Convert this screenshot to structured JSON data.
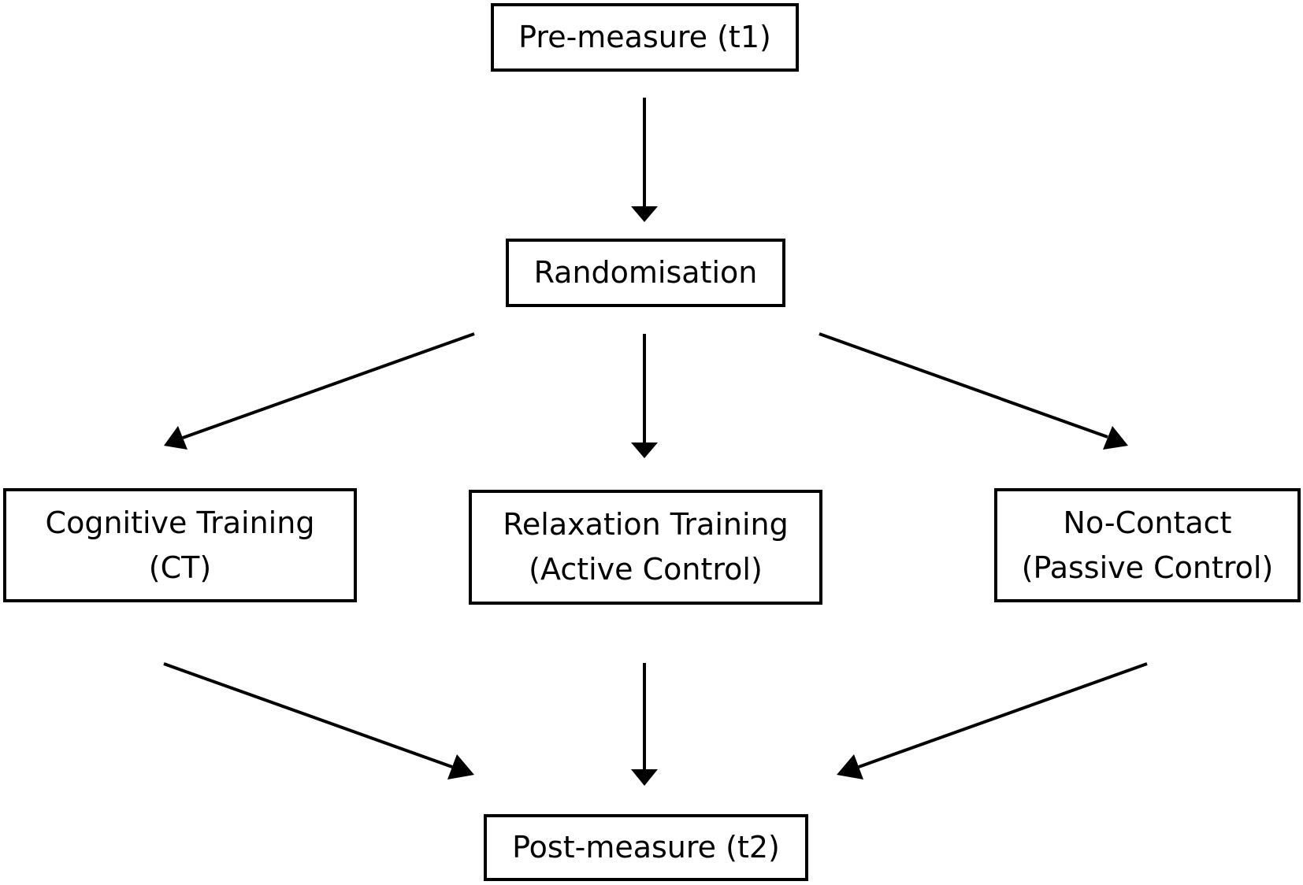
{
  "diagram": {
    "nodes": [
      {
        "id": "pre",
        "lines": [
          "Pre-measure (t1)"
        ]
      },
      {
        "id": "rand",
        "lines": [
          "Randomisation"
        ]
      },
      {
        "id": "ct",
        "lines": [
          "Cognitive Training",
          "(CT)"
        ]
      },
      {
        "id": "relax",
        "lines": [
          "Relaxation Training",
          "(Active Control)"
        ]
      },
      {
        "id": "nc",
        "lines": [
          "No-Contact",
          "(Passive Control)"
        ]
      },
      {
        "id": "post",
        "lines": [
          "Post-measure (t2)"
        ]
      }
    ],
    "edges": [
      {
        "from": "pre",
        "to": "rand"
      },
      {
        "from": "rand",
        "to": "ct"
      },
      {
        "from": "rand",
        "to": "relax"
      },
      {
        "from": "rand",
        "to": "nc"
      },
      {
        "from": "ct",
        "to": "post"
      },
      {
        "from": "relax",
        "to": "post"
      },
      {
        "from": "nc",
        "to": "post"
      }
    ],
    "colors": {
      "stroke": "#000000",
      "background": "#ffffff"
    }
  }
}
